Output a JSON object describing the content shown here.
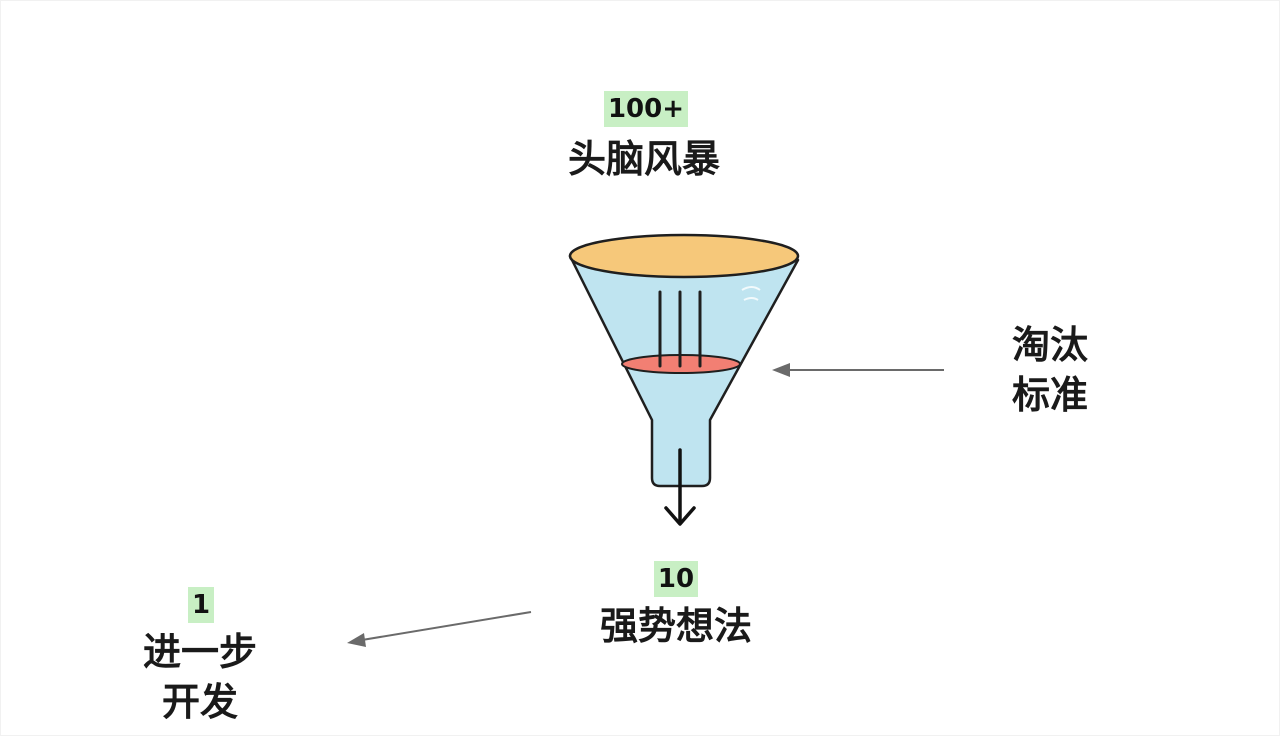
{
  "diagram": {
    "top": {
      "count": "100+",
      "label": "头脑风暴"
    },
    "filter": {
      "label_lines": [
        "淘汰",
        "标准"
      ]
    },
    "middle": {
      "count": "10",
      "label": "强势想法"
    },
    "bottom": {
      "count": "1",
      "label_lines": [
        "进一步",
        "开发"
      ]
    }
  },
  "colors": {
    "badge": "#c8efc4",
    "funnel_rim": "#f6c87a",
    "funnel_body": "#bfe4f0",
    "filter_disc": "#f27f73",
    "outline": "#1f1f1f",
    "pointer_arrow": "#6a6a6a"
  }
}
